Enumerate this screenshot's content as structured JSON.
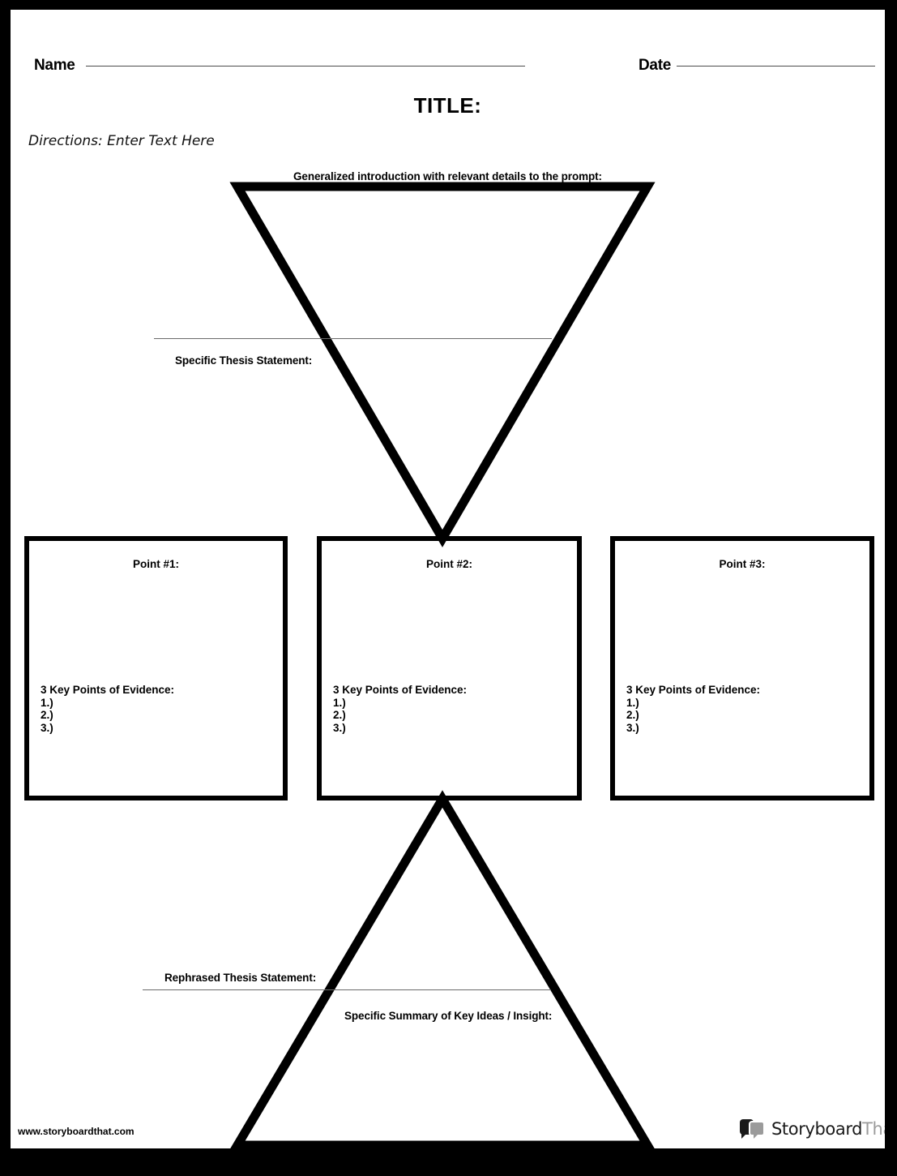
{
  "worksheet": {
    "header": {
      "name_label": "Name",
      "date_label": "Date",
      "title": "TITLE:",
      "directions": "Directions: Enter Text Here"
    },
    "intro_triangle": {
      "top_caption": "Generalized introduction with relevant details to the prompt:",
      "thesis_caption": "Specific Thesis Statement:"
    },
    "points": [
      {
        "title": "Point #1:",
        "evidence_label": "3 Key Points of Evidence:",
        "items": [
          "1.)",
          "2.)",
          "3.)"
        ]
      },
      {
        "title": "Point #2:",
        "evidence_label": "3 Key Points of Evidence:",
        "items": [
          "1.)",
          "2.)",
          "3.)"
        ]
      },
      {
        "title": "Point #3:",
        "evidence_label": "3 Key Points of Evidence:",
        "items": [
          "1.)",
          "2.)",
          "3.)"
        ]
      }
    ],
    "conclusion_triangle": {
      "rephrased_caption": "Rephrased Thesis Statement:",
      "summary_caption": "Specific Summary of Key Ideas / Insight:"
    },
    "footer": {
      "site_url": "www.storyboardthat.com",
      "logo_primary": "Storyboard",
      "logo_secondary": "That"
    },
    "colors": {
      "page_background": "#ffffff",
      "border": "#000000",
      "stroke": "#000000",
      "rule": "#6b6b6b",
      "logo_gray": "#9b9b9b"
    }
  }
}
